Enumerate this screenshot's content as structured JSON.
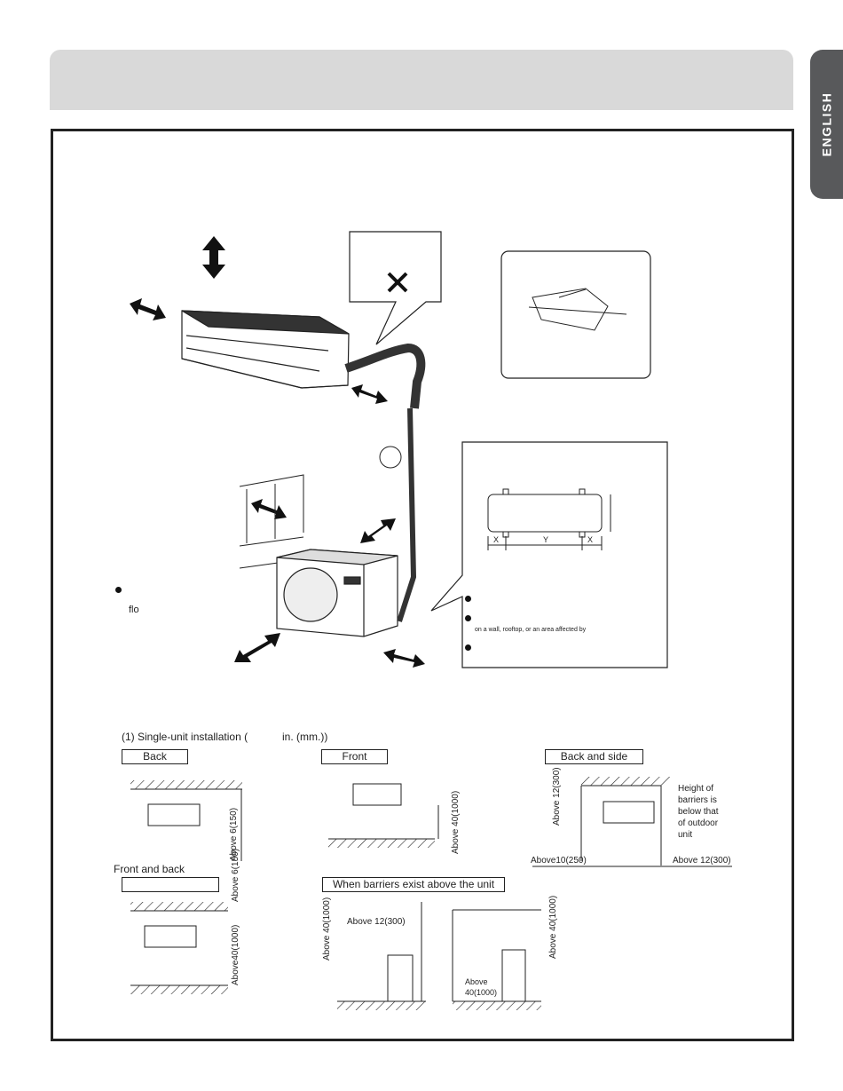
{
  "language_tab": "ENGLISH",
  "indoor_note": {
    "text": "flo"
  },
  "outdoor_notes": {
    "line2": "on a wall, rooftop, or an area affected by"
  },
  "mount_dims": {
    "x": "X",
    "y": "Y"
  },
  "clearance": {
    "heading": "(1) Single-unit installation (",
    "heading_unit": "in. (mm.))",
    "back": {
      "label": "Back",
      "dim": "Above 6(150)"
    },
    "front": {
      "label": "Front",
      "dim": "Above 40(1000)"
    },
    "back_side": {
      "label": "Back and side",
      "top_dim": "Above 12(300)",
      "left_dim": "Above10(250)",
      "right_dim": "Above 12(300)",
      "note": [
        "Height of",
        "barriers is",
        "below that",
        "of outdoor",
        "unit"
      ]
    },
    "front_back": {
      "label": "Front and back",
      "top_dim": "Above 6(150)",
      "bottom_dim": "Above40(1000)"
    },
    "barriers_above": {
      "label": "When barriers exist above the unit",
      "left_dim": "Above 40(1000)",
      "top_dim": "Above 12(300)",
      "right_dim": "Above 40(1000)",
      "bottom_dim_1": "Above",
      "bottom_dim_2": "40(1000)"
    }
  }
}
